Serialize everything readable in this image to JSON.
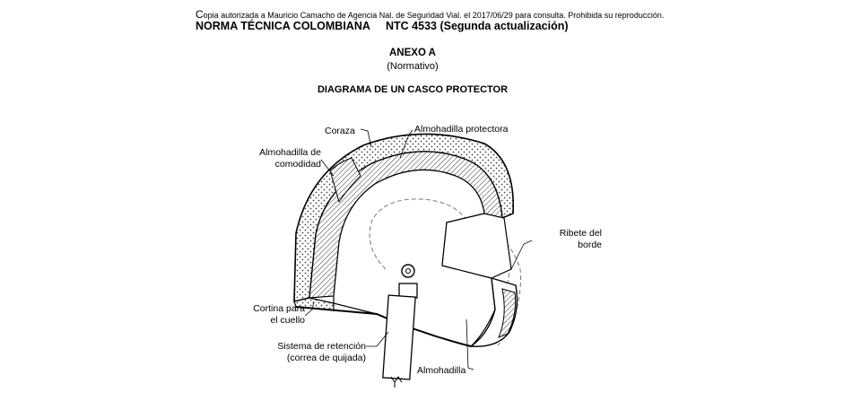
{
  "header": {
    "copyright_initial": "C",
    "copyright_rest": "opia autorizada a Mauricio Camacho de Agencia Nal. de Seguridad Vial. el 2017/06/29 para consulta. Prohibida su reproducción.",
    "standard_name": "NORMA TÉCNICA COLOMBIANA",
    "standard_code": "NTC 4533 (Segunda actualización)"
  },
  "annex": {
    "title": "ANEXO A",
    "type": "(Normativo)"
  },
  "diagram": {
    "title": "DIAGRAMA DE UN CASCO PROTECTOR",
    "labels": {
      "coraza": "Coraza",
      "almohadilla_protectora": "Almohadilla protectora",
      "almohadilla_comodidad_1": "Almohadilla de",
      "almohadilla_comodidad_2": "comodidad",
      "ribete_1": "Ribete del",
      "ribete_2": "borde",
      "cortina_1": "Cortina para",
      "cortina_2": "el cuello",
      "sistema_1": "Sistema de retención",
      "sistema_2": "(correa de quijada)",
      "almohadilla": "Almohadilla"
    }
  }
}
